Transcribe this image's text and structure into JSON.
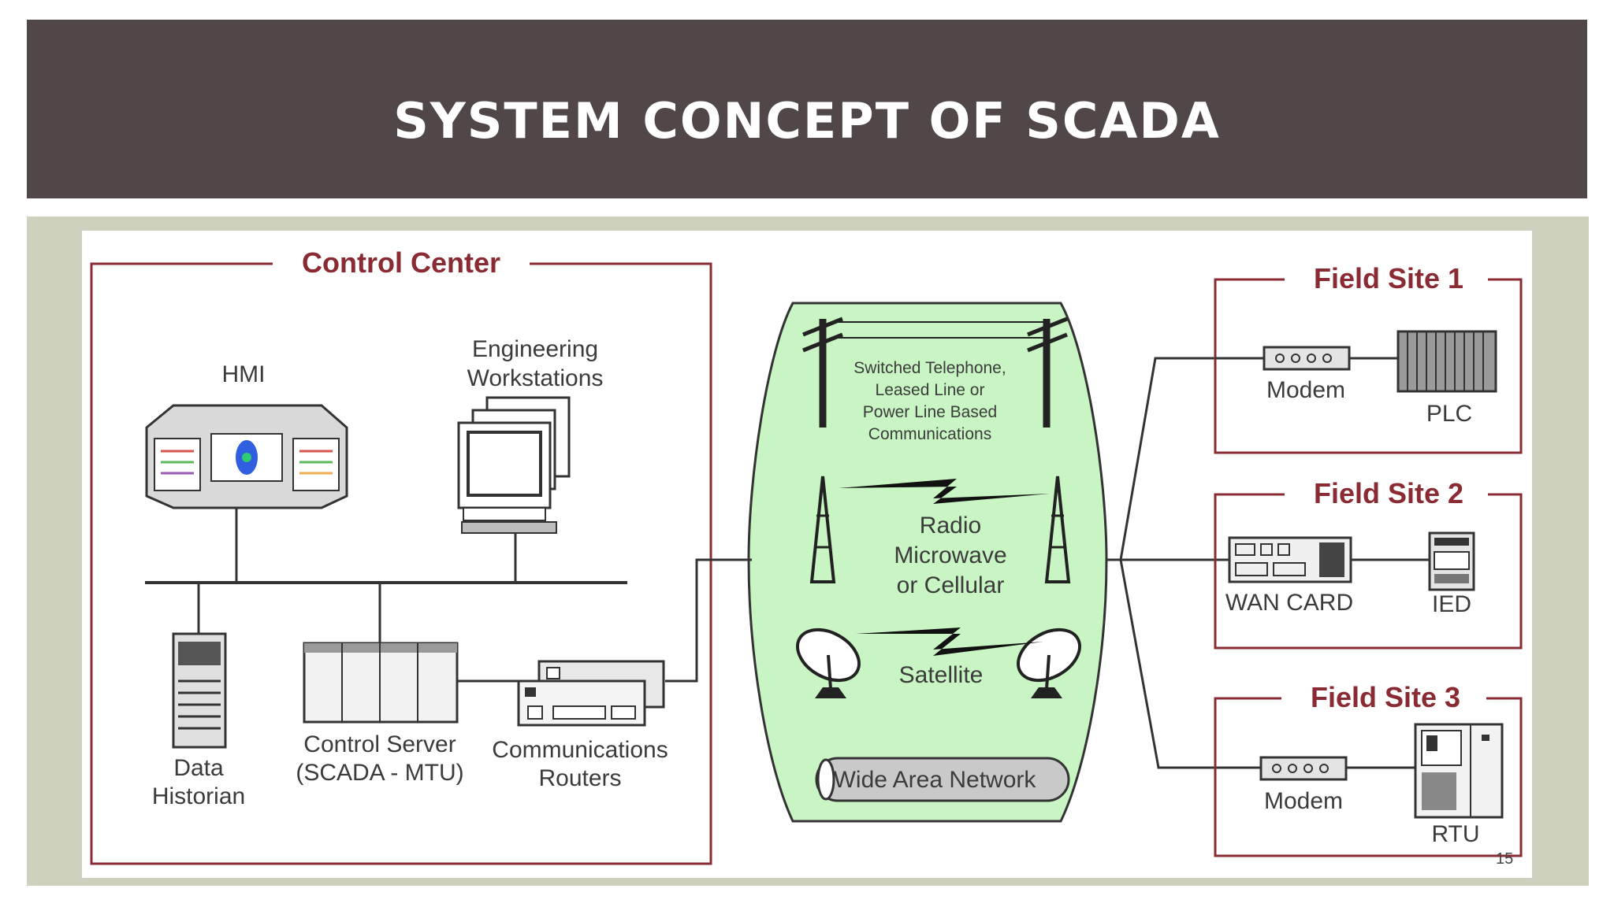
{
  "slide": {
    "title": "SYSTEM CONCEPT OF SCADA",
    "number": "15"
  },
  "colors": {
    "title_bar": "#524748",
    "frame": "#cfd1bf",
    "box_border": "#8a2b33",
    "box_title": "#8a2b33",
    "network_cloud": "#c9f5c4"
  },
  "control_center": {
    "title": "Control Center",
    "hmi": "HMI",
    "engineering_line1": "Engineering",
    "engineering_line2": "Workstations",
    "historian_line1": "Data",
    "historian_line2": "Historian",
    "server_line1": "Control Server",
    "server_line2": "(SCADA - MTU)",
    "routers_line1": "Communications",
    "routers_line2": "Routers"
  },
  "network": {
    "telephone_line1": "Switched Telephone,",
    "telephone_line2": "Leased Line or",
    "telephone_line3": "Power Line Based",
    "telephone_line4": "Communications",
    "radio_line1": "Radio",
    "radio_line2": "Microwave",
    "radio_line3": "or Cellular",
    "satellite": "Satellite",
    "wan": "Wide Area Network"
  },
  "field_sites": [
    {
      "title": "Field Site 1",
      "device_a": "Modem",
      "device_b": "PLC"
    },
    {
      "title": "Field Site 2",
      "device_a": "WAN CARD",
      "device_b": "IED"
    },
    {
      "title": "Field Site 3",
      "device_a": "Modem",
      "device_b": "RTU"
    }
  ]
}
